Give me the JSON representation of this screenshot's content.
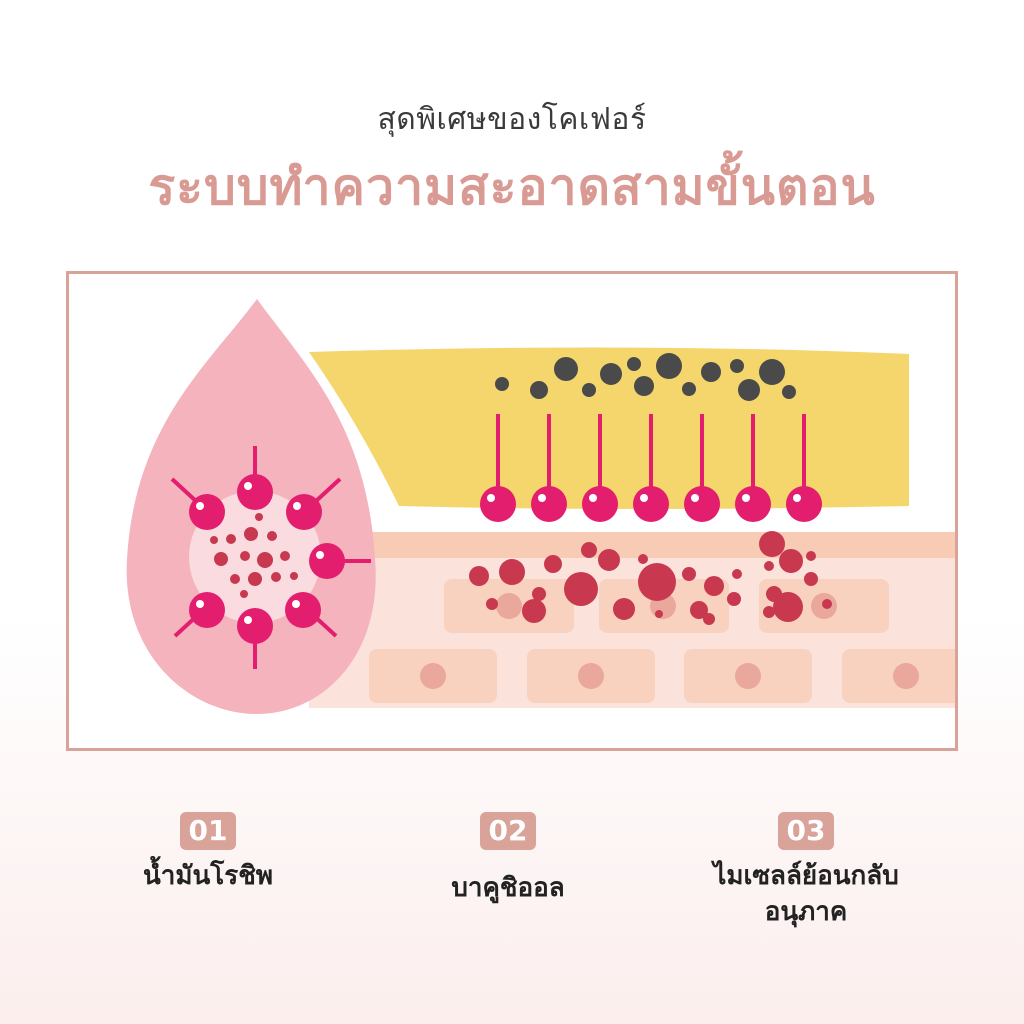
{
  "header": {
    "subtitle": "สุดพิเศษของโคเฟอร์",
    "title": "ระบบทำความสะอาดสามขั้นตอน"
  },
  "colors": {
    "title": "#d99a93",
    "frame_border": "#d9a39a",
    "drop": "#f4b3bd",
    "magenta": "#e31e6e",
    "sebum_yellow": "#f5d66c",
    "dirt_dark": "#4a4a4a",
    "skin_peach": "#f8d2bf",
    "skin_dot": "#c8384f"
  },
  "steps": [
    {
      "number": "01",
      "label_lines": [
        "น้ำมันโรชิพ"
      ]
    },
    {
      "number": "02",
      "label_lines": [
        "บาคูชิออล"
      ]
    },
    {
      "number": "03",
      "label_lines": [
        "ไมเซลล์ย้อนกลับ",
        "อนุภาค"
      ]
    }
  ]
}
